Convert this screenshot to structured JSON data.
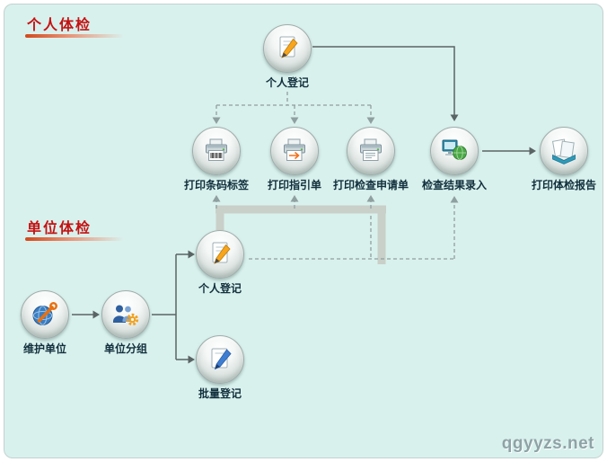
{
  "app": {
    "background_color": "#d9f1ed",
    "watermark": "qgyyzs.net"
  },
  "sections": {
    "personal": {
      "title": "个人体检"
    },
    "unit": {
      "title": "单位体检"
    }
  },
  "nodes": {
    "personal_reg_top": {
      "label": "个人登记",
      "icon": "pencil-paper-icon"
    },
    "print_barcode": {
      "label": "打印条码标签",
      "icon": "printer-barcode-icon"
    },
    "print_guide": {
      "label": "打印指引单",
      "icon": "printer-guide-icon"
    },
    "print_request": {
      "label": "打印检查申请单",
      "icon": "printer-request-icon"
    },
    "result_entry": {
      "label": "检查结果录入",
      "icon": "computer-globe-icon"
    },
    "print_report": {
      "label": "打印体检报告",
      "icon": "report-sheets-icon"
    },
    "maintain_unit": {
      "label": "维护单位",
      "icon": "globe-wrench-icon"
    },
    "unit_group": {
      "label": "单位分组",
      "icon": "people-gear-icon"
    },
    "personal_reg_bottom": {
      "label": "个人登记",
      "icon": "pencil-paper-icon"
    },
    "batch_reg": {
      "label": "批量登记",
      "icon": "blue-pen-paper-icon"
    }
  },
  "colors": {
    "title_red": "#c41212",
    "title_bar_orange": "#d2491c",
    "label_dark": "#122f3d",
    "bus_gray": "#c9d0c9",
    "dashed_gray": "#8fa0a0",
    "solid_gray": "#5a6464",
    "accent_orange": "#f7a51d",
    "accent_blue": "#3a7ec2",
    "accent_teal": "#2f8fae",
    "accent_green": "#49a846"
  }
}
